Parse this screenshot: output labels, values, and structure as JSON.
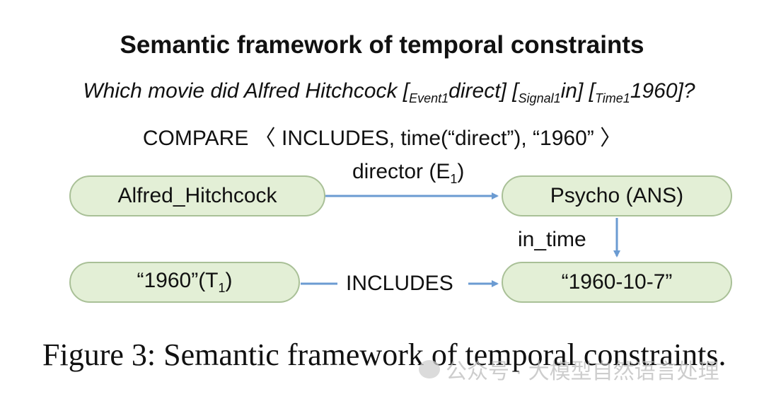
{
  "title": "Semantic framework of temporal constraints",
  "question": {
    "p1": "Which movie did Alfred Hitchcock [",
    "event_sub": "Event1",
    "p2": "direct] [",
    "signal_sub": "Signal1",
    "p3": "in] [",
    "time_sub": "Time1",
    "p4": "1960]?"
  },
  "compare_expr": "COMPARE 〈 INCLUDES, time(“direct”), “1960” 〉",
  "nodes": {
    "alfred": "Alfred_Hitchcock",
    "psycho": "Psycho (ANS)",
    "year_main": "“1960”(T",
    "year_sub": "1",
    "year_end": ")",
    "date": "“1960-10-7”"
  },
  "edges": {
    "director_main": "director (E",
    "director_sub": "1",
    "director_end": ")",
    "in_time": "in_time",
    "includes": "INCLUDES"
  },
  "colors": {
    "node_fill": "#e3efd6",
    "node_border": "#a9c097",
    "arrow": "#6b9bd2"
  },
  "caption": "Figure 3: Semantic framework of temporal constraints.",
  "watermark": "公众号 · 大模型自然语言处理"
}
